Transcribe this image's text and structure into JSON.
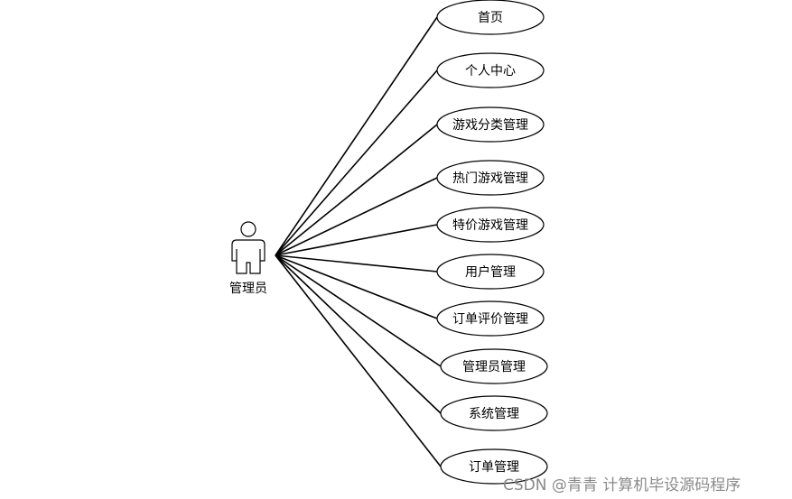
{
  "actor": {
    "label": "管理员"
  },
  "use_cases": [
    {
      "label": "首页"
    },
    {
      "label": "个人中心"
    },
    {
      "label": "游戏分类管理"
    },
    {
      "label": "热门游戏管理"
    },
    {
      "label": "特价游戏管理"
    },
    {
      "label": "用户管理"
    },
    {
      "label": "订单评价管理"
    },
    {
      "label": "管理员管理"
    },
    {
      "label": "系统管理"
    },
    {
      "label": "订单管理"
    }
  ],
  "watermark": "CSDN @青青  计算机毕设源码程序"
}
